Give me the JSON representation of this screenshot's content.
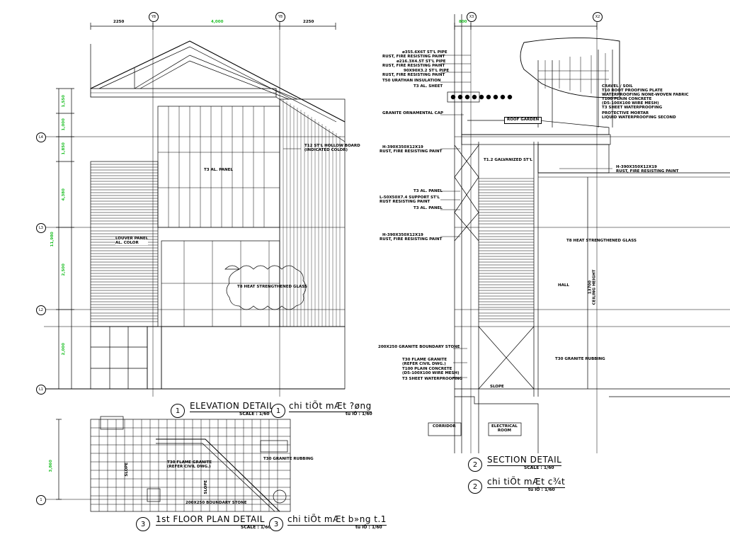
{
  "grid": {
    "elevation_cols": [
      "Y8",
      "Y8"
    ],
    "section_cols": [
      "X3",
      "X2"
    ],
    "levels": [
      "L4",
      "L3",
      "L2",
      "L1"
    ],
    "plan_row": "1"
  },
  "dimensions": {
    "top": [
      "2250",
      "4,000",
      "2250"
    ],
    "section_top": "800",
    "left": [
      "1,550",
      "1,000",
      "1,850",
      "4,380",
      "2,500",
      "2,000",
      "11,980"
    ],
    "plan_left": "3,860",
    "ceiling_height": "13700\nCEILING HEIGHT"
  },
  "elevation": {
    "notes": [
      "T12 ST'L HOLLOW BOARD\n(INDICATED COLOR)",
      "T3 AL. PANEL",
      "T8 HEAT STRENGTHENED GLASS",
      "LOUVER PANEL\nAL. COLOR"
    ],
    "title_en": "ELEVATION DETAIL",
    "title_vn": "chi tiÕt mÆt ?øng",
    "scale_en": "SCALE : 1/60",
    "scale_vn": "tû lÖ : 1/60",
    "number": "1"
  },
  "section": {
    "notes_top": [
      "ø355.6X6T ST'L PIPE",
      "RUST, FIRE RESISTING PAINT",
      "ø216.3X4.5T ST'L PIPE",
      "RUST, FIRE RESISTING PAINT",
      "90X90X3.2 ST'L PIPE",
      "RUST, FIRE RESISTING PAINT",
      "T50 URATHAN INSULATION",
      "T3 AL. SHEET"
    ],
    "note_cap": "GRANITE ORNAMENTAL CAP",
    "notes_left": [
      "H-390X350X12X19",
      "RUST, FIRE RESISTING PAINT",
      "T3 AL. PANEL",
      "L-50X50X7.4 SUPPORT ST'L\nRUST RESISTING PAINT",
      "T3 AL. PANEL",
      "H-390X350X12X19",
      "RUST, FIRE RESISTING PAINT"
    ],
    "notes_right": [
      "CRAVEL / SOIL",
      "T10 ROOT PROOFING PLATE",
      "WATERPROOFING NONE-WOVEN FABRIC",
      "T100 PLAIN CONCRETE",
      "(D5-100X100 WIRE MESH)",
      "T3 SHEET WATERPROOFING",
      "PROTECTIVE MORTAR",
      "LIQUID WATERPROOFING SECOND"
    ],
    "note_galv": "T1.2 GALVANIZED ST'L",
    "note_h": "H-390X350X12X19\nRUST, FIRE RESISTING PAINT",
    "note_glass": "T8 HEAT STRENGTHENED GLASS",
    "note_boundary": "200X250 GRANITE BOUNDARY STONE",
    "notes_bottom": [
      "T30 FLAME GRANITE",
      "(REFER CIVIL DWG.)",
      "T100 PLAIN CONCRETE",
      "(D5-100X100 WIRE MESH)",
      "T3 SHEET WATERPROOFING"
    ],
    "note_rubbing": "T30 GRANITE RUBBING",
    "roof_garden": "ROOF GARDEN",
    "hall": "HALL",
    "slope": "SLOPE",
    "corridor": "CORRIDOR",
    "electrical_room": "ELECTRICAL\nROOM",
    "title_en": "SECTION DETAIL",
    "title_vn": "chi tiÕt mÆt c¾t",
    "scale_en": "SCALE : 1/60",
    "scale_vn": "tû lÖ : 1/60",
    "number": "2"
  },
  "plan": {
    "notes": [
      "T30 FLAME GRANITE\n(REFER CIVIL DWG.)",
      "T30 GRANITE RUBBING",
      "200X250 BOUNDARY STONE",
      "SLOPE",
      "SLOPE"
    ],
    "title_en": "1st FLOOR PLAN DETAIL",
    "title_vn": "chi tiÕt mÆt b»ng t.1",
    "scale_en": "SCALE : 1/60",
    "scale_vn": "tû lÖ : 1/60",
    "number": "3"
  },
  "colors": {
    "line": "#000000",
    "dimension": "#22c02a",
    "background": "#ffffff"
  }
}
